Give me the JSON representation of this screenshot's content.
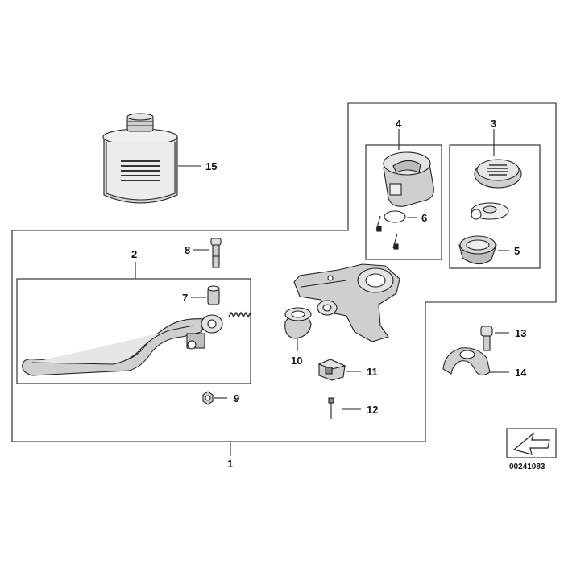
{
  "diagram_code": "00241083",
  "callouts": [
    {
      "id": "c1",
      "label": "1"
    },
    {
      "id": "c2",
      "label": "2"
    },
    {
      "id": "c3",
      "label": "3"
    },
    {
      "id": "c4",
      "label": "4"
    },
    {
      "id": "c5",
      "label": "5"
    },
    {
      "id": "c6",
      "label": "6"
    },
    {
      "id": "c7",
      "label": "7"
    },
    {
      "id": "c8",
      "label": "8"
    },
    {
      "id": "c9",
      "label": "9"
    },
    {
      "id": "c10",
      "label": "10"
    },
    {
      "id": "c11",
      "label": "11"
    },
    {
      "id": "c12",
      "label": "12"
    },
    {
      "id": "c13",
      "label": "13"
    },
    {
      "id": "c14",
      "label": "14"
    },
    {
      "id": "c15",
      "label": "15"
    }
  ]
}
